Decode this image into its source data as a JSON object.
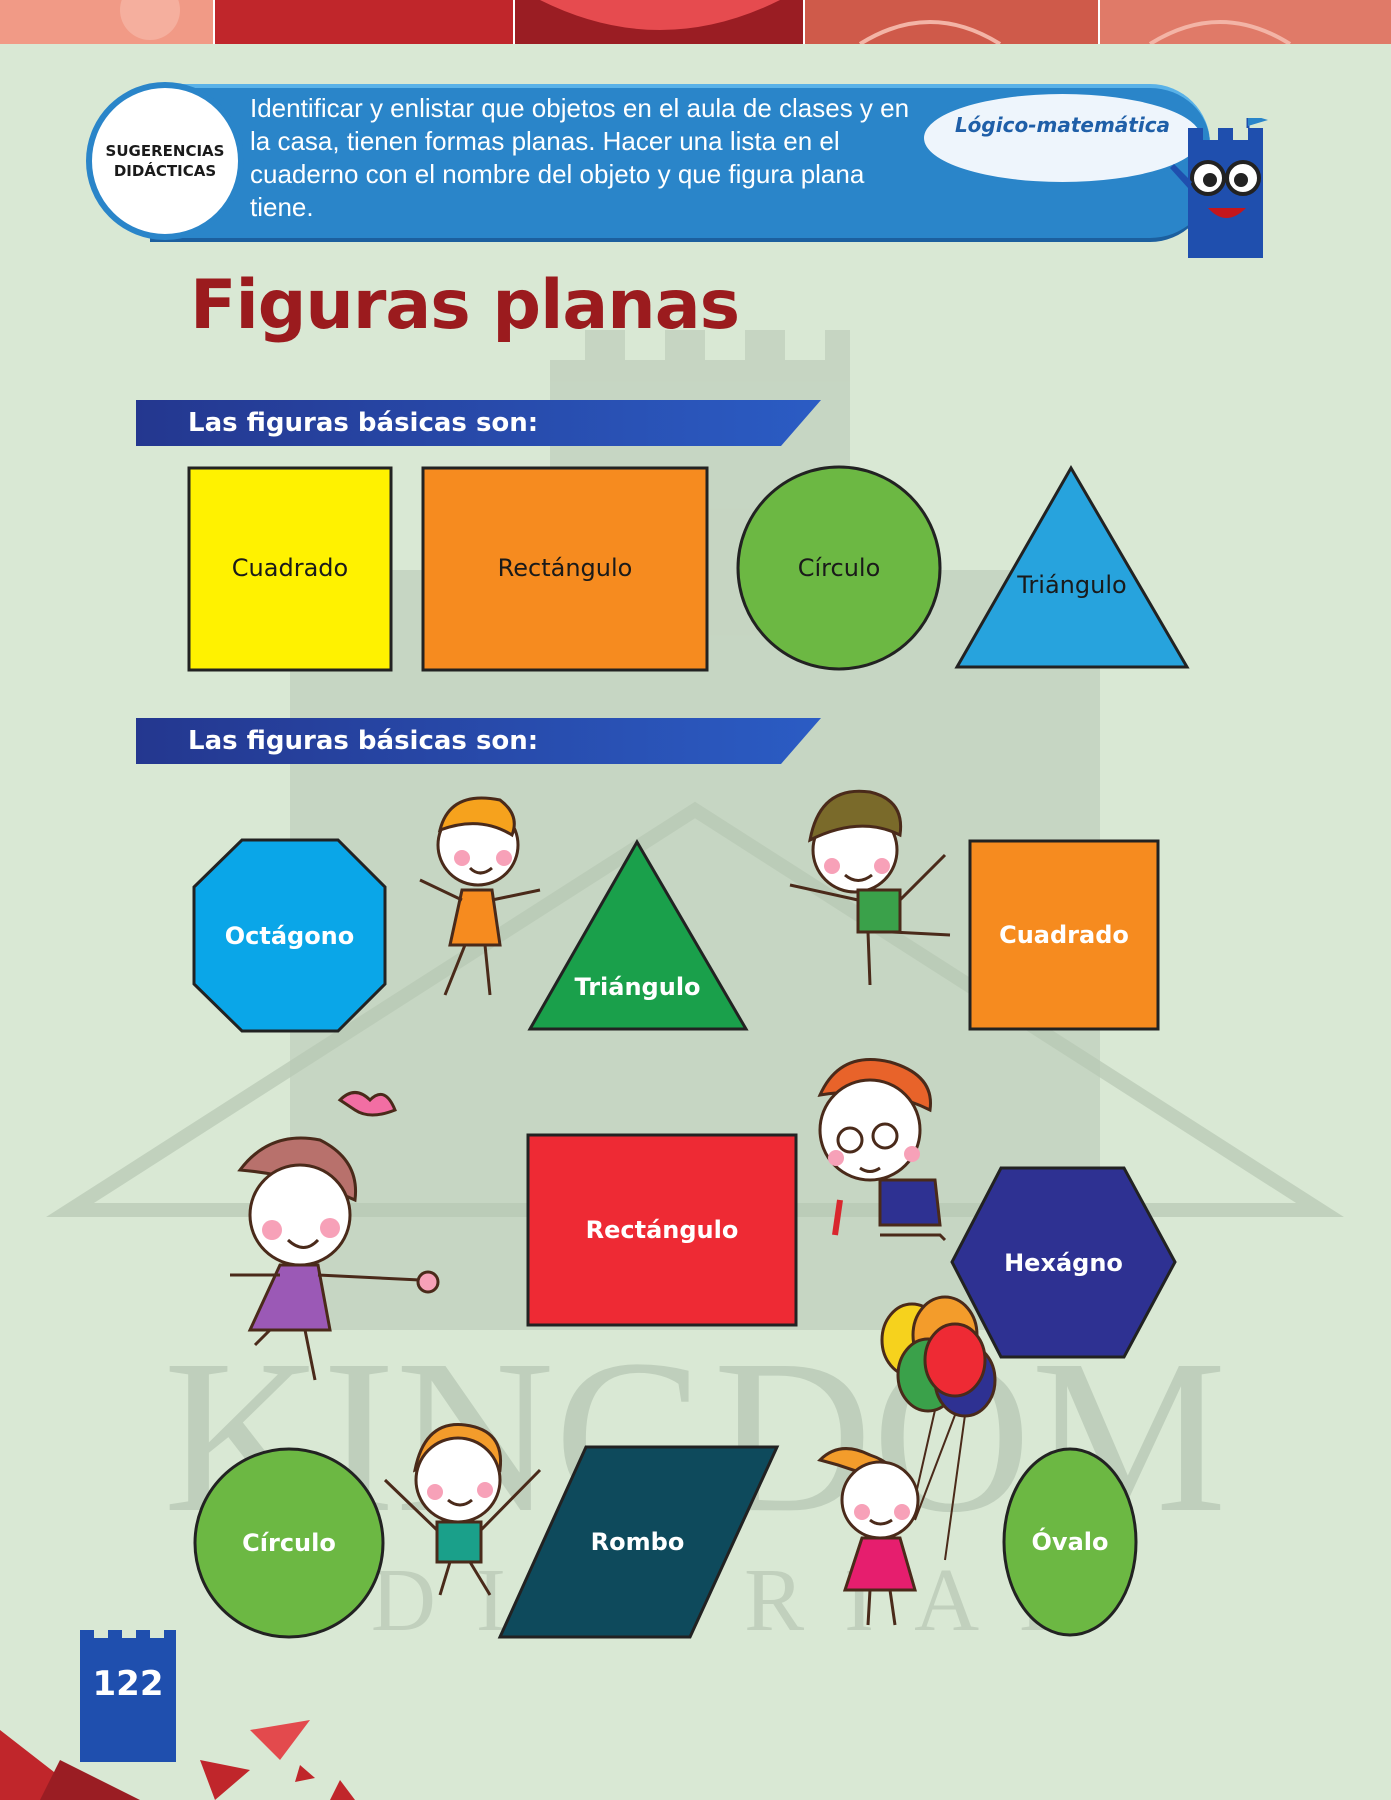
{
  "suggestions": {
    "badge_label": "SUGERENCIAS DIDÁCTICAS",
    "text": "Identificar y enlistar que objetos en el aula de clases y en la casa, tienen formas planas. Hacer una lista en el cuaderno con el nombre del objeto y que figura plana tiene.",
    "area": "Lógico-matemática"
  },
  "title": "Figuras planas",
  "section1": {
    "heading": "Las figuras básicas son:",
    "shapes": [
      {
        "label": "Cuadrado",
        "color": "#fff200"
      },
      {
        "label": "Rectángulo",
        "color": "#f68b1f"
      },
      {
        "label": "Círculo",
        "color": "#6cb843"
      },
      {
        "label": "Triángulo",
        "color": "#27a3dd"
      }
    ]
  },
  "section2": {
    "heading": "Las figuras básicas son:",
    "shapes": [
      {
        "label": "Octágono",
        "color": "#0aa6e8"
      },
      {
        "label": "Triángulo",
        "color": "#1aa04b"
      },
      {
        "label": "Cuadrado",
        "color": "#f68b1f"
      },
      {
        "label": "Rectángulo",
        "color": "#ee2a34"
      },
      {
        "label": "Hexágno",
        "color": "#2e3192"
      },
      {
        "label": "Círculo",
        "color": "#6cb843"
      },
      {
        "label": "Rombo",
        "color": "#0e4a5c"
      },
      {
        "label": "Óvalo",
        "color": "#6cb843"
      }
    ]
  },
  "watermark": {
    "brand": "KINGDOM",
    "sub": "EDITORIAL"
  },
  "page_number": "122"
}
